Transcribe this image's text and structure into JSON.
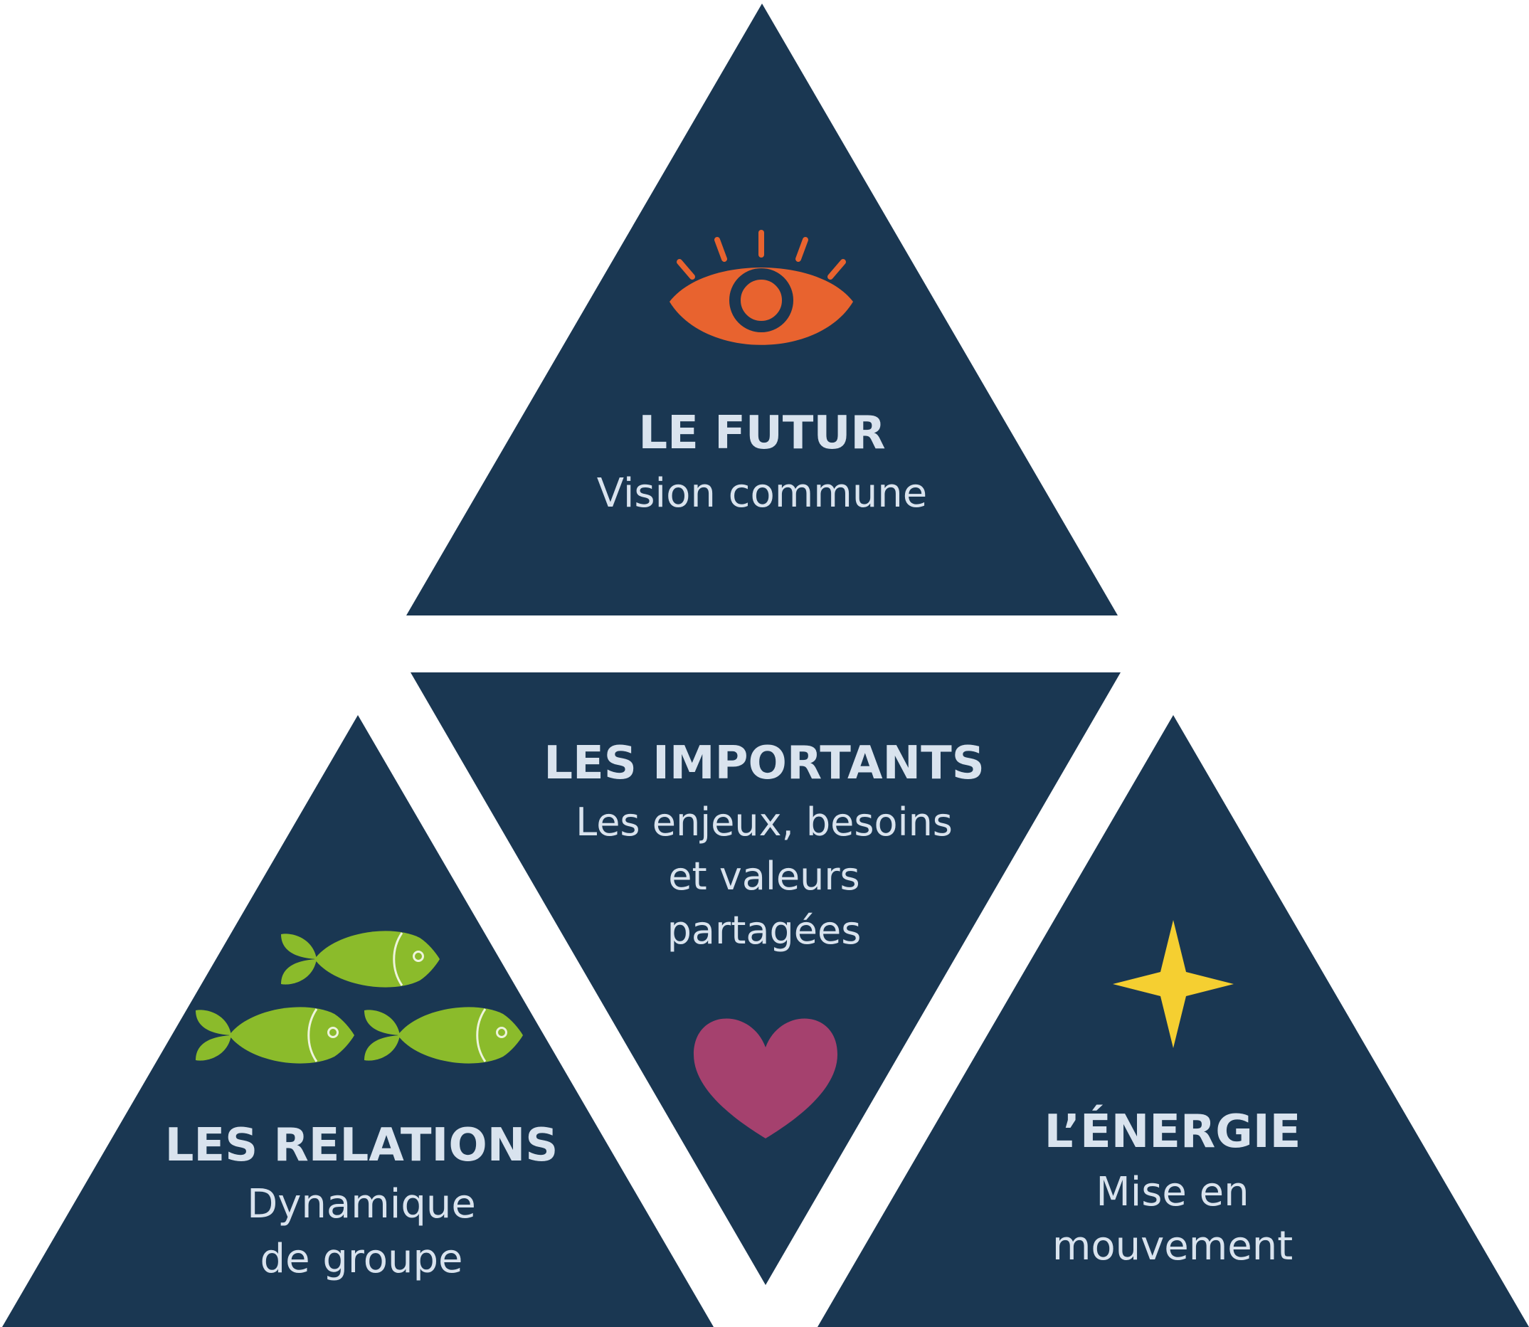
{
  "colors": {
    "triangle": "#1a3752",
    "text": "#d9e3ee",
    "eye": "#e8632f",
    "fish": "#8bbb2b",
    "heart": "#a5416e",
    "star": "#f5cf31"
  },
  "futur": {
    "icon": "eye-icon",
    "title": "LE FUTUR",
    "lines": [
      "Vision commune"
    ]
  },
  "importants": {
    "icon": "heart-icon",
    "title": "LES IMPORTANTS",
    "lines": [
      "Les enjeux, besoins",
      "et valeurs",
      "partagées"
    ]
  },
  "relations": {
    "icon": "fish-icon",
    "title": "LES RELATIONS",
    "lines": [
      "Dynamique",
      "de groupe"
    ]
  },
  "energie": {
    "icon": "star-icon",
    "title": "L’ÉNERGIE",
    "lines": [
      "Mise en",
      "mouvement"
    ]
  }
}
